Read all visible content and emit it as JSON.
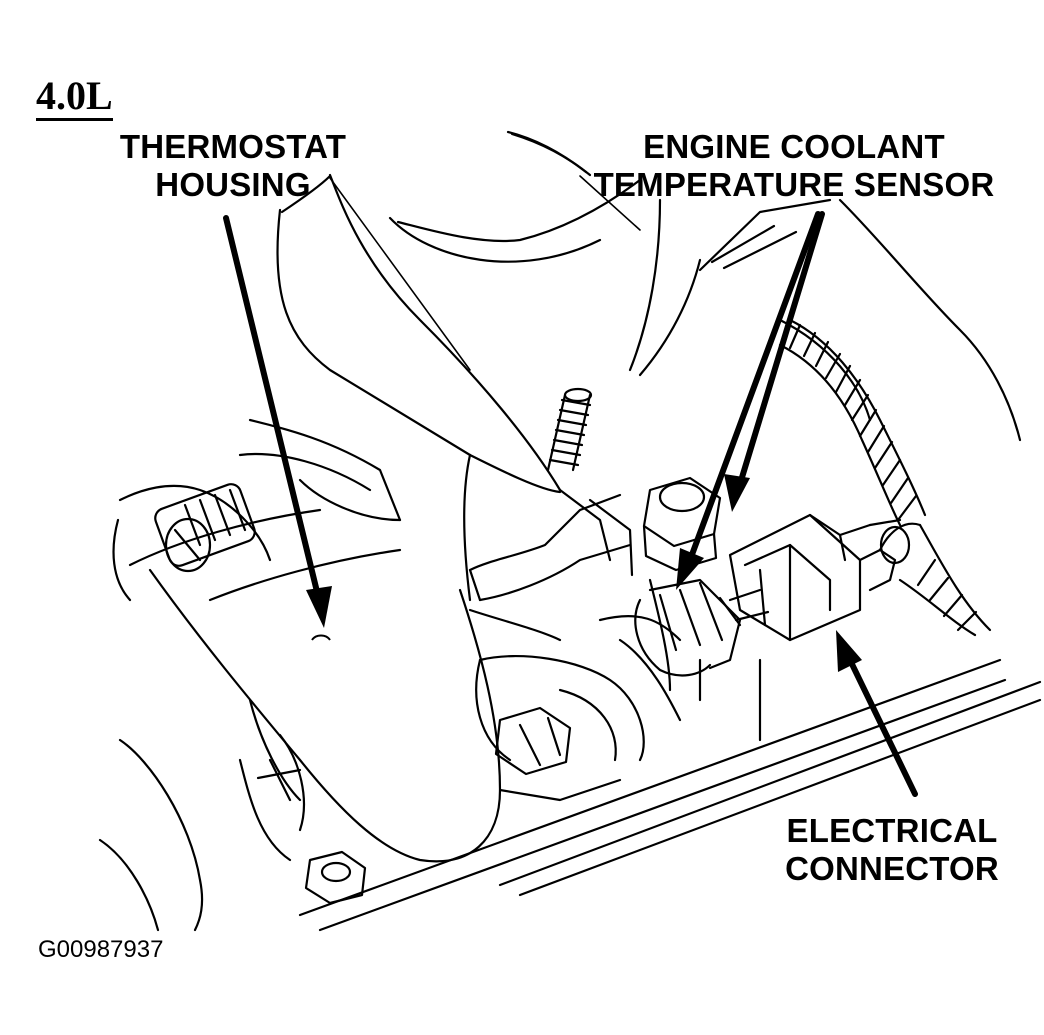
{
  "engine_label": "4.0L",
  "callouts": {
    "thermostat": {
      "line1": "THERMOSTAT",
      "line2": "HOUSING"
    },
    "sensor": {
      "line1": "ENGINE COOLANT",
      "line2": "TEMPERATURE SENSOR"
    },
    "connector": {
      "line1": "ELECTRICAL",
      "line2": "CONNECTOR"
    }
  },
  "figure_id": "G00987937",
  "colors": {
    "ink": "#000000",
    "paper": "#ffffff"
  }
}
